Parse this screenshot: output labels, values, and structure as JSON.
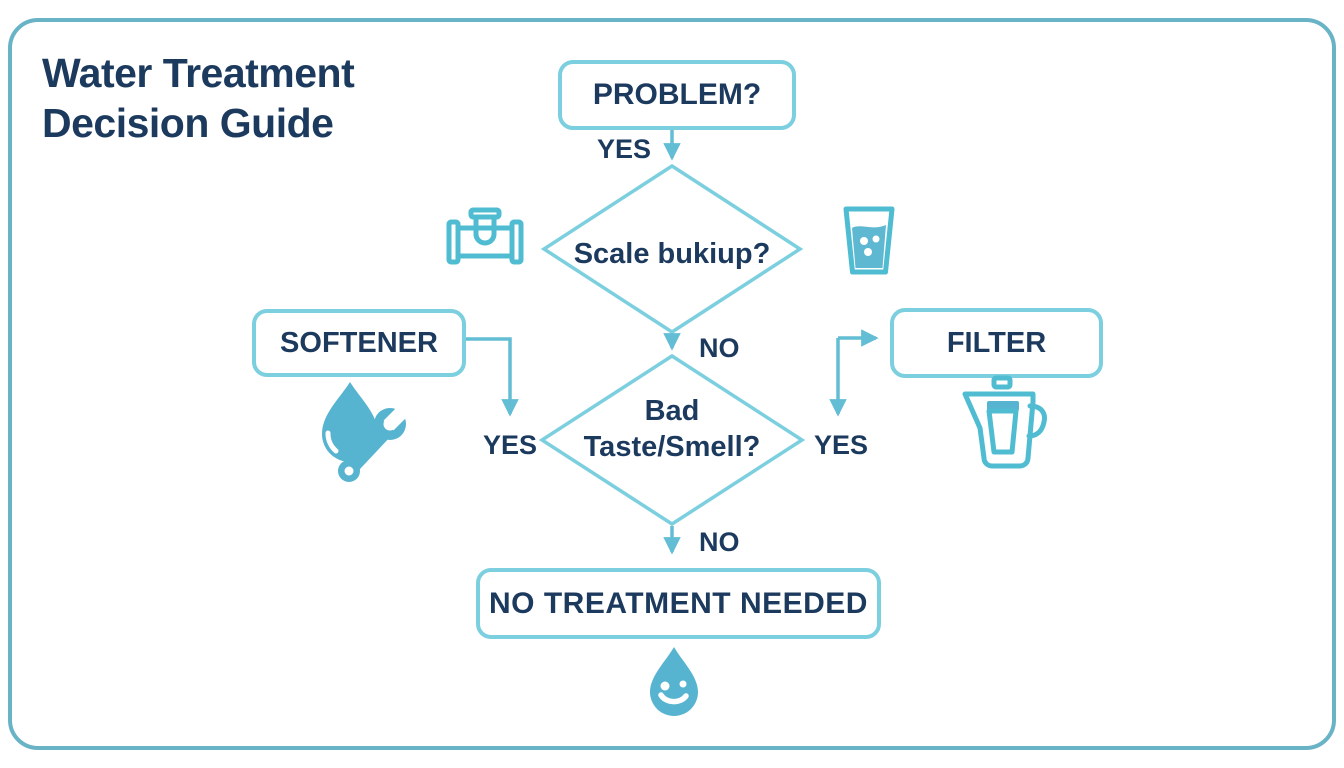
{
  "title": {
    "line1": "Water Treatment",
    "line2": "Decision Guide"
  },
  "flowchart": {
    "start": {
      "label": "PROBLEM?"
    },
    "decision1": {
      "label": "Scale bukiup?"
    },
    "decision2": {
      "line1": "Bad",
      "line2": "Taste/Smell?"
    },
    "outcome_left": {
      "label": "SOFTENER"
    },
    "outcome_right": {
      "label": "FILTER"
    },
    "outcome_bottom": {
      "label": "NO TREATMENT NEEDED"
    },
    "edges": {
      "problem_yes": "YES",
      "decision1_no": "NO",
      "decision2_yes_left": "YES",
      "decision2_yes_right": "YES",
      "decision2_no": "NO"
    }
  },
  "icons": {
    "pipe": "pipe-fitting-icon",
    "glass": "water-glass-icon",
    "softener": "water-drop-wrench-icon",
    "filter": "filter-pitcher-icon",
    "happy": "smiling-water-drop-icon"
  },
  "colors": {
    "navy": "#1c3a5e",
    "frame": "#68b3c6",
    "box_border": "#7ccfdf",
    "line": "#63bdd4",
    "icon_fill": "#57b4d0",
    "icon_stroke": "#4fbcd2",
    "glass_fill": "#5fb8d2"
  }
}
